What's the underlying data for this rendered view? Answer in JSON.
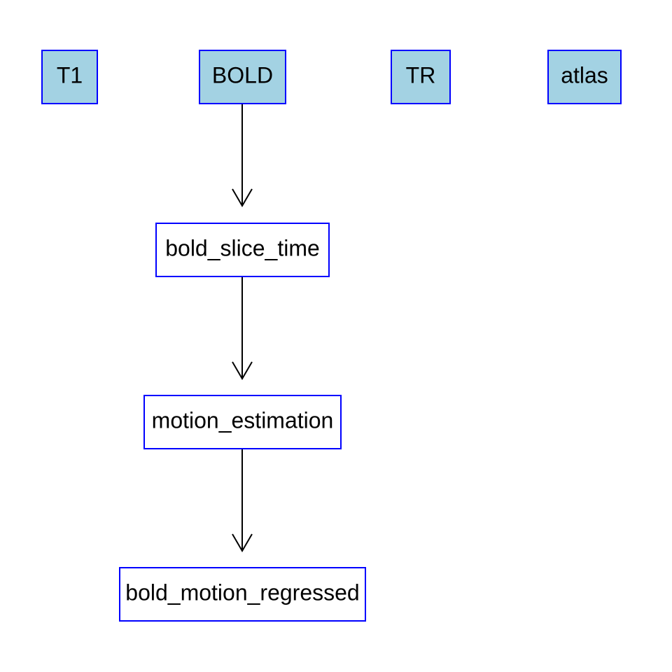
{
  "diagram": {
    "colors": {
      "input_fill": "#a3d2e3",
      "step_fill": "#ffffff",
      "border": "#0000ff",
      "edge": "#000000"
    },
    "nodes": [
      {
        "id": "T1",
        "label": "T1",
        "kind": "input"
      },
      {
        "id": "BOLD",
        "label": "BOLD",
        "kind": "input"
      },
      {
        "id": "TR",
        "label": "TR",
        "kind": "input"
      },
      {
        "id": "atlas",
        "label": "atlas",
        "kind": "input"
      },
      {
        "id": "bold_slice_time",
        "label": "bold_slice_time",
        "kind": "step"
      },
      {
        "id": "motion_estimation",
        "label": "motion_estimation",
        "kind": "step"
      },
      {
        "id": "bold_motion_regressed",
        "label": "bold_motion_regressed",
        "kind": "step"
      }
    ],
    "edges": [
      {
        "from": "BOLD",
        "to": "bold_slice_time"
      },
      {
        "from": "bold_slice_time",
        "to": "motion_estimation"
      },
      {
        "from": "motion_estimation",
        "to": "bold_motion_regressed"
      }
    ]
  }
}
